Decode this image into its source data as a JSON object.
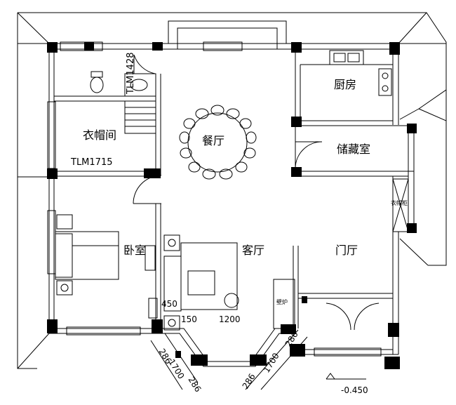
{
  "rooms": {
    "dining": "餐厅",
    "kitchen": "厨房",
    "storage": "储藏室",
    "cloakroom": "衣帽间",
    "bedroom": "卧室",
    "living": "客厅",
    "foyer": "门厅",
    "wardrobe": "衣帽柜",
    "fireplace": "壁炉"
  },
  "codes": {
    "tlm1428": "TLM1428",
    "tlm1715": "TLM1715"
  },
  "dimensions": {
    "d450": "450",
    "d150": "150",
    "d1200": "1200",
    "d286a": "286",
    "d1700a": "1700",
    "d286b": "286",
    "d286c": "286",
    "d1700b": "1700",
    "d286d": "286"
  },
  "elevation": "-0.450",
  "colors": {
    "ink": "#000000",
    "paper": "#ffffff"
  }
}
